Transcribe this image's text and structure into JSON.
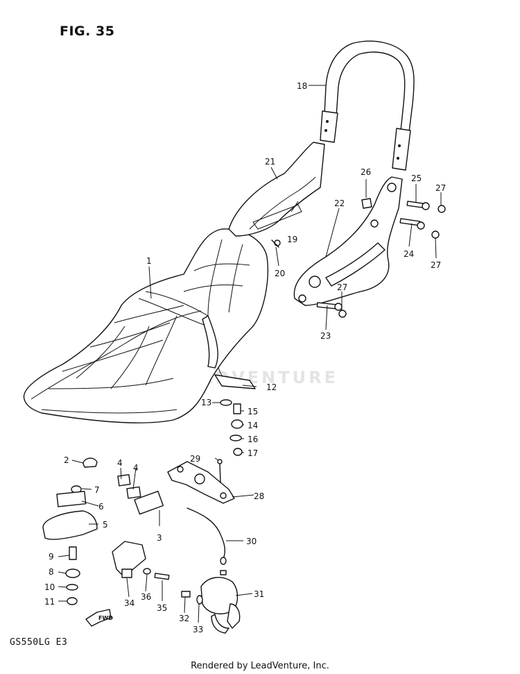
{
  "figure": {
    "title": "FIG. 35",
    "model_code": "GS550LG  E3",
    "footer": "Rendered by LeadVenture, Inc.",
    "watermark": "LEADVENTURE",
    "fwd_label": "FWD"
  },
  "callouts": [
    "1",
    "2",
    "3",
    "4",
    "4",
    "5",
    "6",
    "7",
    "8",
    "9",
    "10",
    "11",
    "12",
    "13",
    "14",
    "15",
    "16",
    "17",
    "18",
    "19",
    "20",
    "21",
    "22",
    "23",
    "24",
    "25",
    "26",
    "27",
    "27",
    "27",
    "28",
    "29",
    "30",
    "31",
    "32",
    "33",
    "34",
    "35",
    "36"
  ]
}
